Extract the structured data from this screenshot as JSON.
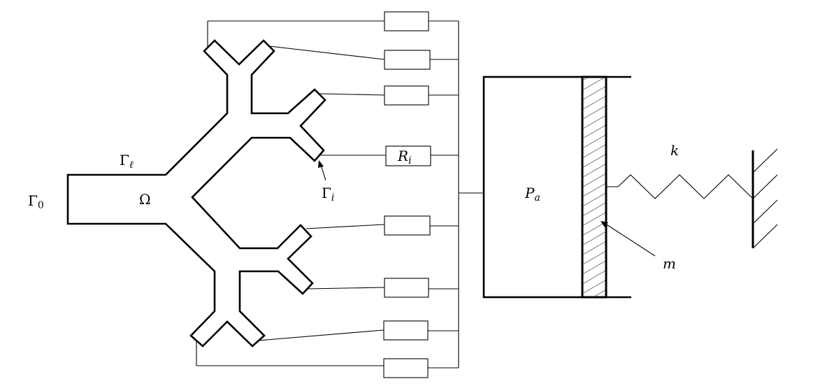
{
  "labels": {
    "gamma0": "Γ",
    "gamma0_sub": "0",
    "gamma_l": "Γ",
    "gamma_l_sub": "ℓ",
    "omega": "Ω",
    "gamma_i": "Γ",
    "gamma_i_sub": "i",
    "resistor": "R",
    "resistor_sub": "i",
    "pressure": "P",
    "pressure_sub": "a",
    "spring": "k",
    "mass": "m"
  }
}
